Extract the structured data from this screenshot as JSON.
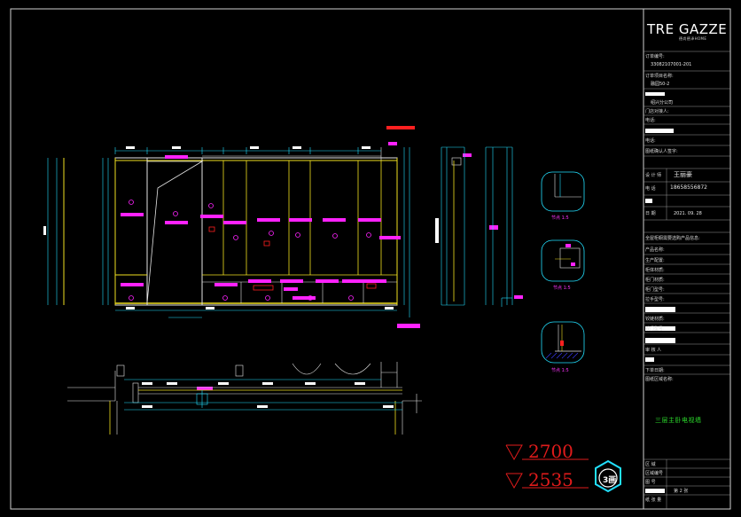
{
  "title_block": {
    "brand": "TRE GAZZE",
    "brand_sub": "德尚德泽HOME",
    "order_no_label": "订单编号:",
    "order_no_value": "33082107001-201",
    "project_label": "订单项目名称:",
    "project_value": "融园50-2",
    "branch_value": "绍兴分公司",
    "partner_label": "门店对接人:",
    "phone_label": "电话:",
    "phone2_label": "电话:",
    "confirm_label": "图纸确认人签字:",
    "designer_label": "设 计 师",
    "designer_value": "王丽豪",
    "tel_label": "电 话",
    "tel_value": "18658556872",
    "date_label": "日 期",
    "date_value": "2021. 09. 28",
    "product_info_label": "全屋柜橱需要选购产品信息:",
    "product_name_label": "产品名称:",
    "series_label": "生产配置:",
    "board_material_label": "柜体材质:",
    "door_material_label": "柜门材质:",
    "door_model_label": "柜门型号:",
    "handle_model_label": "拉手型号:",
    "hinge_material_label": "铰链材质:",
    "hinge_model_label": "铰门型号:",
    "reviewer_label": "审 核 人",
    "release_date_label": "下单日期:",
    "drawing_name_label": "图纸区域名称:",
    "drawing_name_value": "三层主卧电视墙",
    "area_label": "区 域",
    "area_name_label": "区域编号",
    "sheet_label": "图 号",
    "page_label": "第 2 张",
    "paper_label": "纸 张 量"
  },
  "annotations": {
    "elevation_1": "2700",
    "elevation_2": "2535",
    "badge": "3画",
    "detail_a": "节点 1:5",
    "detail_b": "节点 1:5",
    "detail_c": "节点 1:5"
  }
}
